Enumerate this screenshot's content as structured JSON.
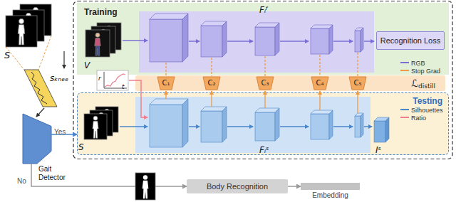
{
  "diagram": {
    "nodes": [
      {
        "text": [
          "Training"
        ]
      },
      {
        "text": [
          "Recognition Loss"
        ],
        "in": 0
      },
      {
        "text": [
          "ℒ",
          "distill"
        ]
      },
      {
        "text": [
          "C₁"
        ],
        "in": 2
      },
      {
        "text": [
          "C₂"
        ],
        "in": 2
      },
      {
        "text": [
          "C₃"
        ],
        "in": 2
      },
      {
        "text": [
          "C₄"
        ],
        "in": 2
      },
      {
        "text": [
          "C₅"
        ],
        "in": 2
      },
      {
        "text": [
          "Testing"
        ]
      },
      {
        "text": [
          "Gait Detector"
        ]
      },
      {
        "text": [
          "Body Recognition"
        ]
      },
      {
        "text": [
          "Embedding"
        ]
      }
    ],
    "edges": [
      {
        "from": 9,
        "to": 8,
        "label": "Yes",
        "arrow": "to"
      },
      {
        "from": 9,
        "to": 10,
        "label": "No",
        "arrow": "to"
      },
      {
        "from": 10,
        "to": 11,
        "arrow": "to"
      }
    ],
    "labels": [
      "S",
      "sₖₙₑₑ",
      "V",
      "Fᵢᶠ",
      "r",
      "t",
      "S",
      "Fᵢˢ",
      "Iˢ"
    ],
    "legend": [
      {
        "text": "RGB"
      },
      {
        "text": "Stop Grad"
      },
      {
        "text": "Silhouettes"
      },
      {
        "text": "Ratio"
      }
    ]
  }
}
